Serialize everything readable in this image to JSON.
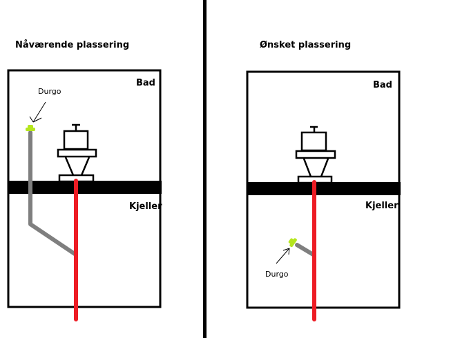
{
  "panels": [
    {
      "id": "current",
      "title": "Nåværende plassering",
      "room_top": "Bad",
      "room_bottom": "Kjeller",
      "valve_label": "Durgo"
    },
    {
      "id": "desired",
      "title": "Ønsket plassering",
      "room_top": "Bad",
      "room_bottom": "Kjeller",
      "valve_label": "Durgo"
    }
  ],
  "colors": {
    "wall": "#000000",
    "drain_pipe": "#ed1c24",
    "vent_pipe": "#7f7f7f",
    "valve": "#b5e61d",
    "background": "#ffffff"
  }
}
